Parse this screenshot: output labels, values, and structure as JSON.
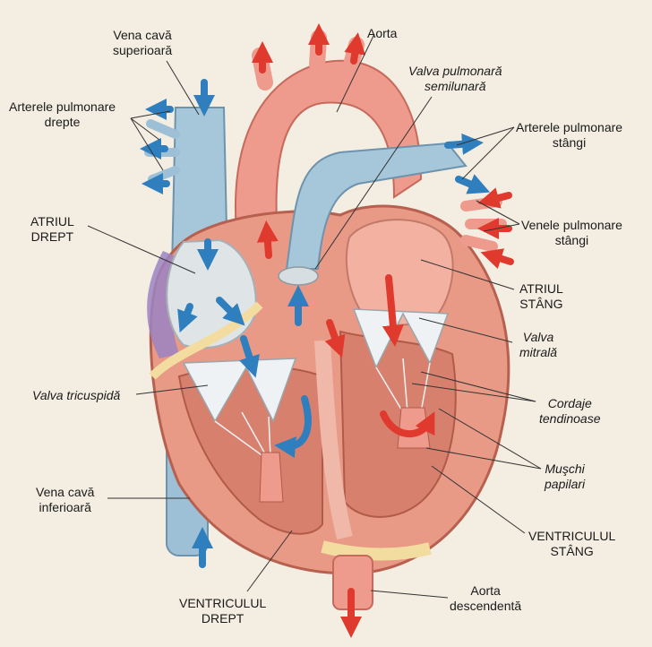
{
  "labels": {
    "vena_cava_superioara": [
      "Vena cavă",
      "superioară"
    ],
    "aorta": [
      "Aorta"
    ],
    "valva_pulmonara": [
      "Valva pulmonară",
      "semilunară"
    ],
    "arterele_pulmonare_drepte": [
      "Arterele pulmonare",
      "drepte"
    ],
    "arterele_pulmonare_stangi": [
      "Arterele pulmonare",
      "stângi"
    ],
    "venele_pulmonare_stangi": [
      "Venele pulmonare",
      "stângi"
    ],
    "atriul_drept": [
      "ATRIUL",
      "DREPT"
    ],
    "atriul_stang": [
      "ATRIUL",
      "STÂNG"
    ],
    "valva_mitrala": [
      "Valva",
      "mitrală"
    ],
    "valva_tricuspida": [
      "Valva tricuspidă"
    ],
    "cordaje_tendinoase": [
      "Cordaje",
      "tendinoase"
    ],
    "muschi_papilari": [
      "Muşchi",
      "papilari"
    ],
    "vena_cava_inferioara": [
      "Vena cavă",
      "inferioară"
    ],
    "ventriculul_stang": [
      "VENTRICULUL",
      "STÂNG"
    ],
    "ventriculul_drept": [
      "VENTRICULUL",
      "DREPT"
    ],
    "aorta_descendenta": [
      "Aorta",
      "descendentă"
    ]
  },
  "colors": {
    "background": "#f3ede2",
    "muscle": "#e99a86",
    "aorta": "#ee9a8c",
    "vein_blue": "#9ec0d6",
    "blue_arrow": "#2f7fbf",
    "red_arrow": "#e0392e",
    "fat": "#f3dca0"
  }
}
